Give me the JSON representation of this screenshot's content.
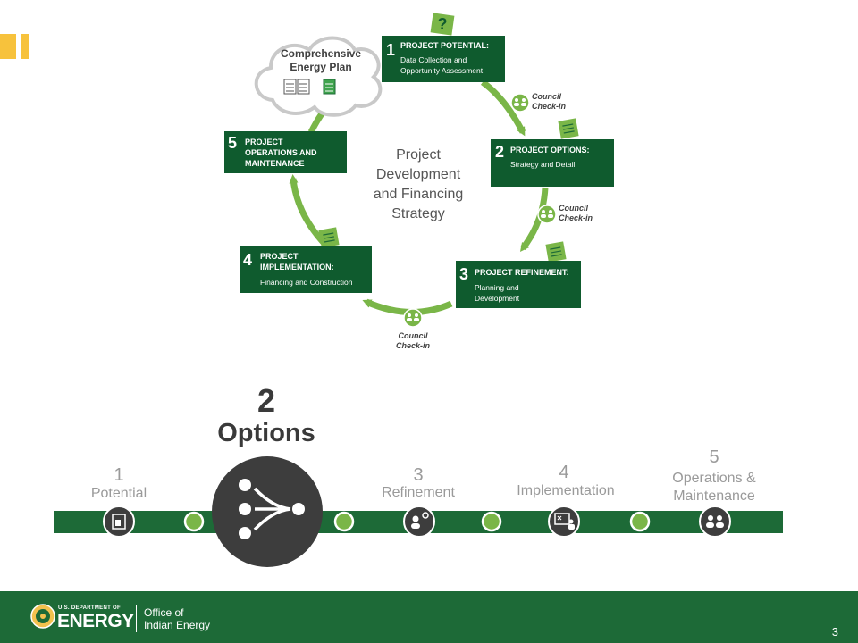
{
  "cycle": {
    "center": [
      "Project",
      "Development",
      "and Financing",
      "Strategy"
    ],
    "plan": [
      "Comprehensive",
      "Energy Plan"
    ],
    "question_mark": "?",
    "steps": [
      {
        "num": "1",
        "title": "PROJECT POTENTIAL:",
        "sub": [
          "Data Collection and",
          "Opportunity Assessment"
        ]
      },
      {
        "num": "2",
        "title": "PROJECT OPTIONS:",
        "sub": [
          "Strategy and Detail"
        ]
      },
      {
        "num": "3",
        "title": "PROJECT REFINEMENT:",
        "sub": [
          "Planning and",
          "Development"
        ]
      },
      {
        "num": "4",
        "title": "PROJECT",
        "title2": "IMPLEMENTATION:",
        "sub": [
          "Financing and Construction"
        ]
      },
      {
        "num": "5",
        "title": "PROJECT",
        "title2": "OPERATIONS AND",
        "title3": "MAINTENANCE",
        "sub": []
      }
    ],
    "checkin": [
      "Council",
      "Check-in"
    ]
  },
  "timeline": {
    "active": {
      "num": "2",
      "label": "Options"
    },
    "stages": [
      {
        "num": "1",
        "label": "Potential"
      },
      {
        "num": "3",
        "label": "Refinement"
      },
      {
        "num": "4",
        "label": "Implementation"
      },
      {
        "num": "5",
        "label": "Operations &",
        "label2": "Maintenance"
      }
    ],
    "colors": {
      "bar": "#1d6a37",
      "node": "#7ab648",
      "icon": "#3d3d3d",
      "inactive_text": "#9a9a9a",
      "active_text": "#3a3a3a"
    }
  },
  "footer": {
    "agency_small": "U.S. DEPARTMENT OF",
    "agency_big": "ENERGY",
    "office": [
      "Office of",
      "Indian Energy"
    ],
    "page_number": "3"
  },
  "colors": {
    "dark_green": "#0f5b2e",
    "light_green": "#7ab648",
    "accent_yellow": "#f7c23c"
  }
}
